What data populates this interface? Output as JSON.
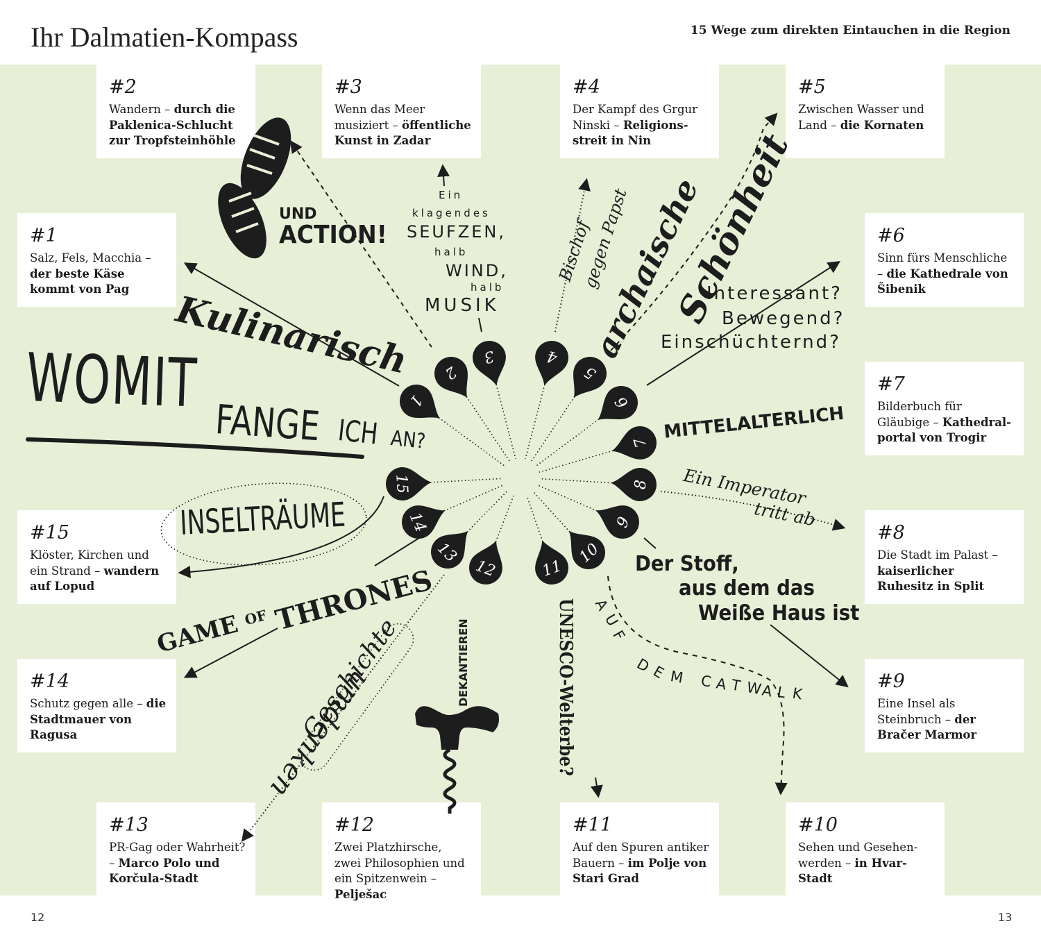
{
  "header": {
    "title": "Ihr Dalmatien-Kompass",
    "subtitle": "15 Wege zum direkten Eintauchen in die Region"
  },
  "footer": {
    "page_left": "12",
    "page_right": "13"
  },
  "cards": [
    {
      "id": "c2",
      "num": "#2",
      "plain": "Wandern – ",
      "bold": "durch die Paklenica-Schlucht zur Tropfsteinhöhle"
    },
    {
      "id": "c3",
      "num": "#3",
      "plain": "Wenn das Meer musiziert – ",
      "bold": "öffentliche Kunst in Zadar"
    },
    {
      "id": "c4",
      "num": "#4",
      "plain": "Der Kampf des Grgur Ninski – ",
      "bold": "Religions­streit in Nin"
    },
    {
      "id": "c5",
      "num": "#5",
      "plain": "Zwischen Wasser und Land – ",
      "bold": "die Kornaten"
    },
    {
      "id": "c1",
      "num": "#1",
      "plain": "Salz, Fels, Macchia – ",
      "bold": "der beste Käse kommt von Pag"
    },
    {
      "id": "c6",
      "num": "#6",
      "plain": "Sinn fürs Mensch­liche – ",
      "bold": "die Kathe­drale von Šibenik"
    },
    {
      "id": "c7",
      "num": "#7",
      "plain": "Bilderbuch für Gläubige – ",
      "bold": "Kathedral­portal von Trogir"
    },
    {
      "id": "c15",
      "num": "#15",
      "plain": "Klöster, Kirchen und ein Strand – ",
      "bold": "wandern auf Lopud"
    },
    {
      "id": "c8",
      "num": "#8",
      "plain": "Die Stadt im Palast – ",
      "bold": "kaiserlicher Ruhesitz in Split"
    },
    {
      "id": "c14",
      "num": "#14",
      "plain": "Schutz gegen alle – ",
      "bold": "die Stadtmauer von Ragusa"
    },
    {
      "id": "c9",
      "num": "#9",
      "plain": "Eine Insel als Steinbruch – ",
      "bold": "der Bračer Marmor"
    },
    {
      "id": "c13",
      "num": "#13",
      "plain": "PR-Gag oder Wahr­heit? – ",
      "bold": "Marco Polo und Korčula-Stadt"
    },
    {
      "id": "c12",
      "num": "#12",
      "plain": "Zwei Platzhirsche, zwei Philosophien und ein Spitzenwein – ",
      "bold": "Pelješac"
    },
    {
      "id": "c11",
      "num": "#11",
      "plain": "Auf den Spuren antiker Bauern – ",
      "bold": "im Polje von Stari Grad"
    },
    {
      "id": "c10",
      "num": "#10",
      "plain": "Sehen und Gesehen­werden – ",
      "bold": "in Hvar-Stadt"
    }
  ],
  "compass": {
    "drops": [
      "1",
      "2",
      "3",
      "4",
      "5",
      "6",
      "7",
      "8",
      "9",
      "10",
      "11",
      "12",
      "13",
      "14",
      "15"
    ],
    "center_question": [
      "WOMIT",
      "FANGE",
      "ICH",
      "AN?"
    ]
  },
  "labels": {
    "und": "UND",
    "action": "ACTION!",
    "kulinarisch": "Kulinarisch",
    "seufzen_1": "Ein",
    "seufzen_2": "klagendes",
    "seufzen_3": "SEUFZEN,",
    "seufzen_4": "halb",
    "seufzen_5": "WIND,",
    "seufzen_6": "halb",
    "seufzen_7": "MUSIK",
    "bischof_1": "Bischof",
    "bischof_2": "gegen Papst",
    "archaisch_1": "archaische",
    "archaisch_2": "Schönheit",
    "interessant_1": "Interessant?",
    "interessant_2": "Bewegend?",
    "interessant_3": "Einschüchternd?",
    "mittelalterlich": "MITTELALTERLICH",
    "imperator_1": "Ein Imperator",
    "imperator_2": "tritt ab",
    "stoff_1": "Der Stoff,",
    "stoff_2": "aus dem das",
    "stoff_3": "Weiße Haus ist",
    "inseltraeume": "INSELTRÄUME",
    "got_1": "GAME",
    "got_2": "OF",
    "got_3": "THRONES",
    "geschichte_1": "Geschichte",
    "geschichte_2": "umdenken",
    "dekantieren": "DEKANTIEREN",
    "unesco": "UNESCO-Welterbe?",
    "catwalk": "AUF DEM CATWALK"
  },
  "colors": {
    "background_green": "#e8efd7",
    "ink": "#1d1d1d",
    "card": "#ffffff"
  }
}
